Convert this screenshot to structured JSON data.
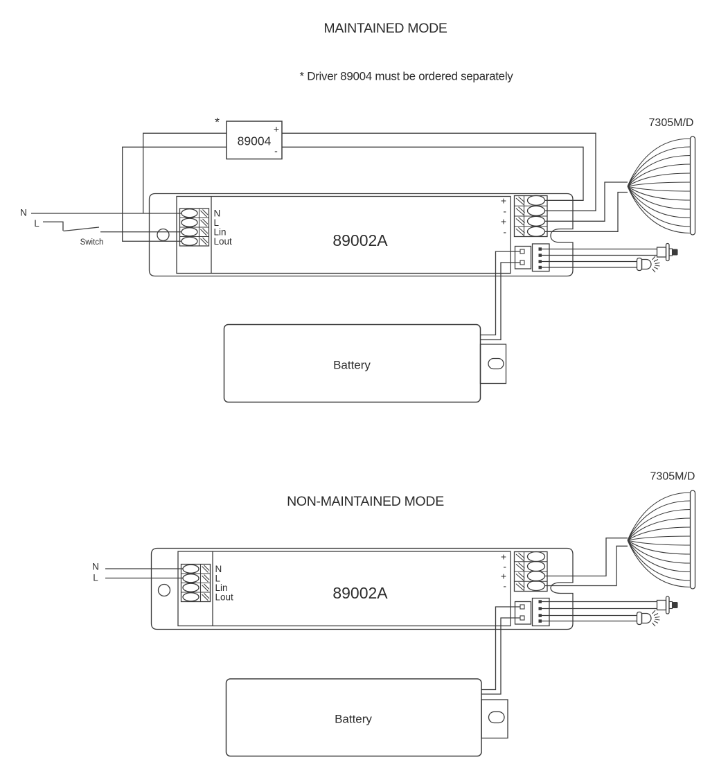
{
  "colors": {
    "line": "#3b3b3b",
    "text": "#2c2c2c",
    "background": "#ffffff"
  },
  "maintained": {
    "title": "MAINTAINED MODE",
    "note": "* Driver 89004 must be ordered separately",
    "driver": {
      "asterisk": "*",
      "label": "89004",
      "plus": "+",
      "minus": "-"
    },
    "mains": {
      "neutral": "N",
      "live": "L",
      "switch_label": "Switch"
    },
    "unit": {
      "label": "89002A",
      "input_terminals": [
        "N",
        "L",
        "Lin",
        "Lout"
      ],
      "output_terminals": [
        "+",
        "-",
        "+",
        "-"
      ]
    },
    "battery": {
      "label": "Battery"
    },
    "lamp": {
      "label": "7305M/D"
    }
  },
  "non_maintained": {
    "title": "NON-MAINTAINED MODE",
    "mains": {
      "neutral": "N",
      "live": "L"
    },
    "unit": {
      "label": "89002A",
      "input_terminals": [
        "N",
        "L",
        "Lin",
        "Lout"
      ],
      "output_terminals": [
        "+",
        "-",
        "+",
        "-"
      ]
    },
    "battery": {
      "label": "Battery"
    },
    "lamp": {
      "label": "7305M/D"
    }
  }
}
